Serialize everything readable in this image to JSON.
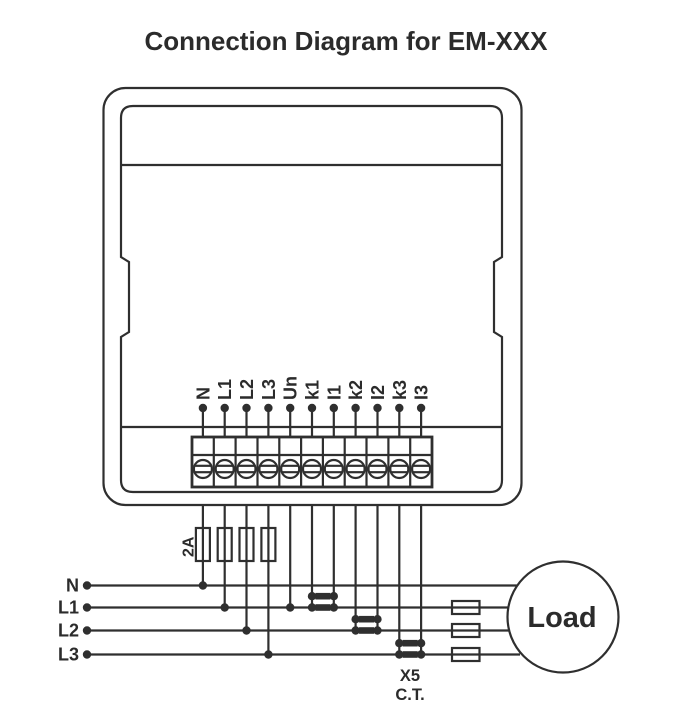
{
  "title": "Connection Diagram for EM-XXX",
  "device": {
    "terminal_labels": [
      "N",
      "L1",
      "L2",
      "L3",
      "Un",
      "k1",
      "I1",
      "k2",
      "I2",
      "k3",
      "I3"
    ]
  },
  "fuses": {
    "rating_label": "2A"
  },
  "supply_lines": {
    "labels": [
      "N",
      "L1",
      "L2",
      "L3"
    ]
  },
  "current_transformer": {
    "designator_label": "X5",
    "abbr_label": "C.T."
  },
  "load": {
    "label": "Load"
  },
  "colors": {
    "line": "#2f2f2f",
    "text": "#2b2b2b",
    "background": "#ffffff"
  }
}
